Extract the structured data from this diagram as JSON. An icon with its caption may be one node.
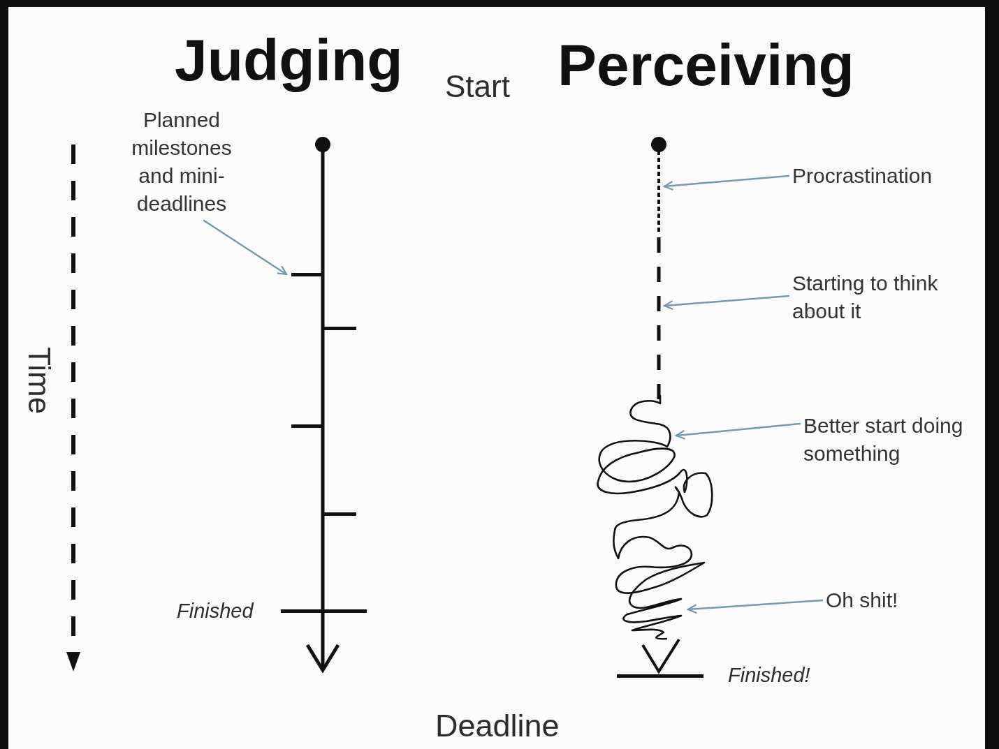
{
  "diagram": {
    "nodes": [
      {
        "text": [
          "Planned milestones and mini-deadlines"
        ]
      },
      {
        "text": [],
        "shape": "bar"
      },
      {
        "text": [
          "Procrastination"
        ]
      },
      {
        "text": [],
        "shape": "line"
      },
      {
        "text": [
          "Starting to think about it"
        ]
      },
      {
        "text": [],
        "shape": "line"
      },
      {
        "text": [
          "Better start doing something"
        ]
      },
      {
        "text": [],
        "shape": "scribble"
      },
      {
        "text": [
          "Oh shit!"
        ]
      },
      {
        "text": [],
        "shape": "scribble"
      }
    ],
    "edges": [
      {
        "from": 0,
        "to": 1,
        "arrow": "to"
      },
      {
        "from": 2,
        "to": 3,
        "arrow": "to"
      },
      {
        "from": 4,
        "to": 5,
        "arrow": "to"
      },
      {
        "from": 6,
        "to": 7,
        "arrow": "to"
      },
      {
        "from": 8,
        "to": 9,
        "arrow": "to"
      }
    ],
    "labels": [
      "Judging",
      "Start",
      "Perceiving",
      "Time",
      "Finished",
      "Finished!",
      "Deadline"
    ]
  }
}
